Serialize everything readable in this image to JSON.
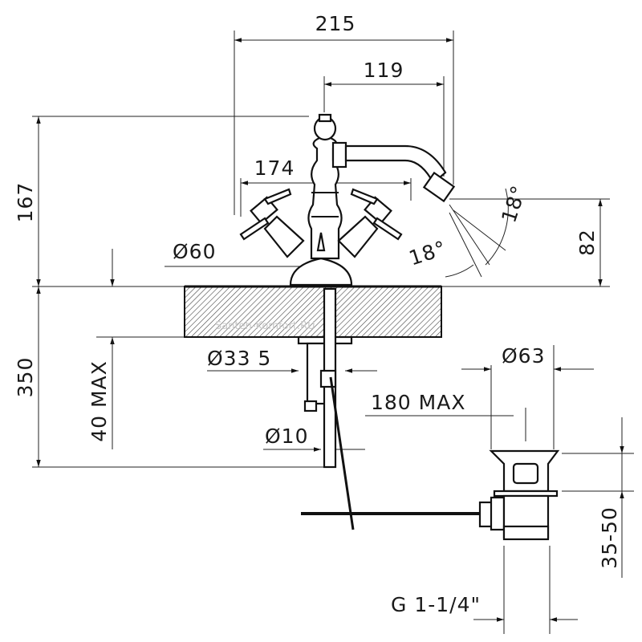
{
  "dimensions": {
    "overall_width": "215",
    "spout_reach": "119",
    "handle_span": "174",
    "total_height": "167",
    "spout_height": "82",
    "base_diameter": "Ø60",
    "deck_hole": "Ø33 5",
    "below_deck": "350",
    "deck_thickness": "40 MAX",
    "rod_diameter": "Ø10",
    "pop_up_reach": "180 MAX",
    "waste_diameter": "Ø63",
    "waste_range": "35-50",
    "waste_thread": "G 1-1/4\"",
    "angle_upper": "18°",
    "angle_lower": "18°"
  },
  "watermark": "Santeh-Komfort.RU",
  "colors": {
    "ink": "#111111",
    "hatch": "#444444",
    "paper": "#ffffff"
  }
}
